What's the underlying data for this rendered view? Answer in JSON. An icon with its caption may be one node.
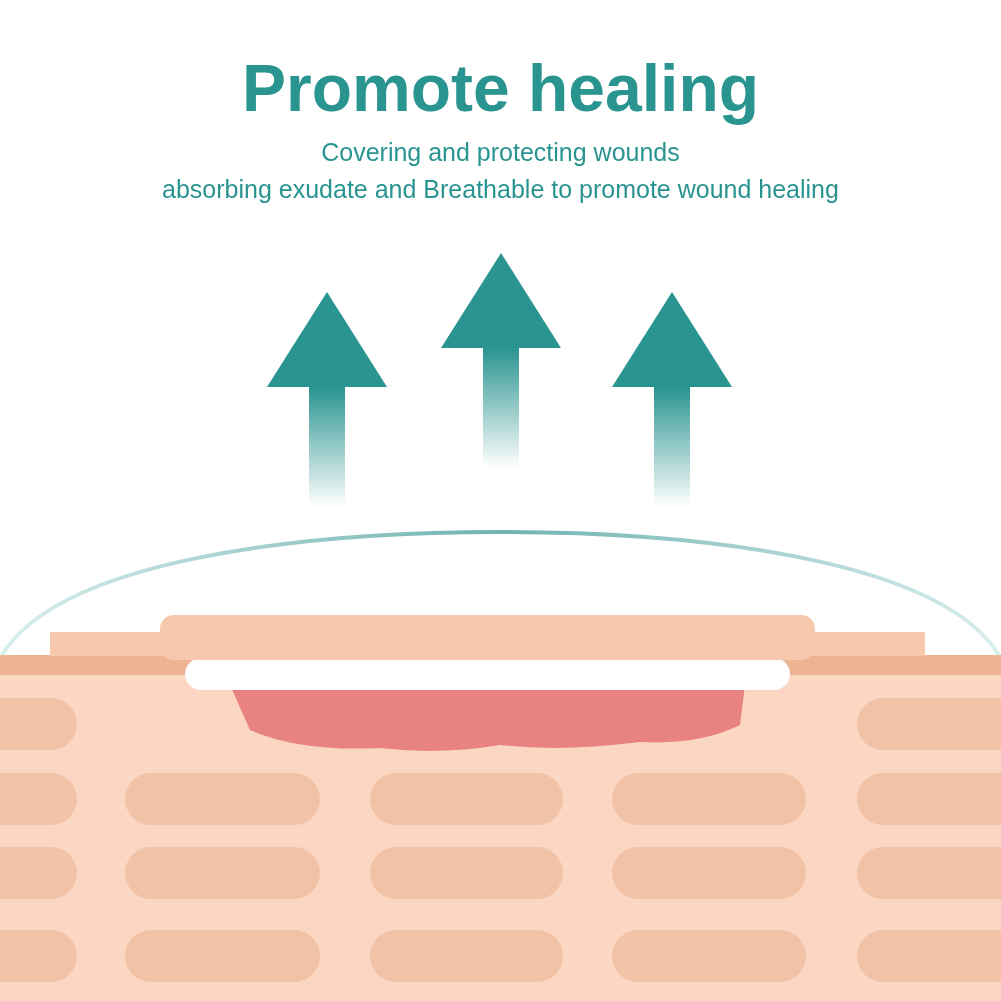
{
  "diagram": {
    "title": "Promote healing",
    "labels": [
      "Covering and protecting wounds",
      "absorbing exudate and Breathable to promote wound healing"
    ]
  }
}
